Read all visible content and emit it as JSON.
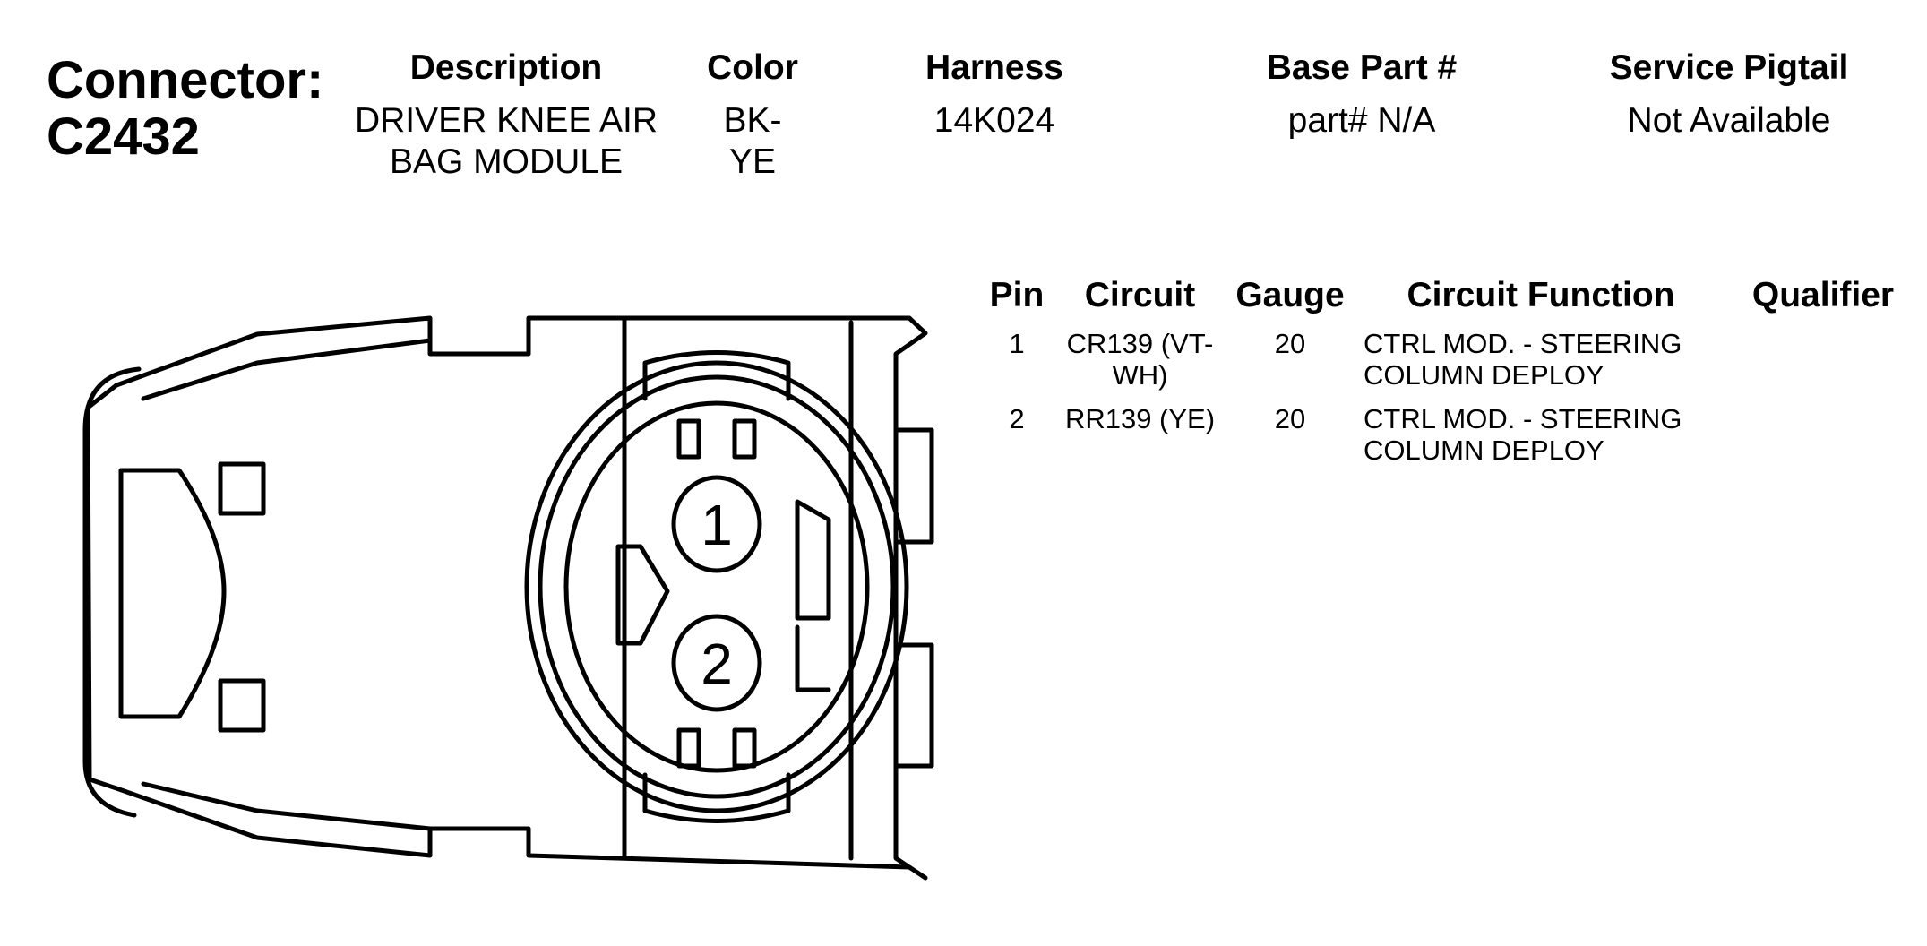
{
  "connector": {
    "label": "Connector:",
    "id": "C2432"
  },
  "header": {
    "columns": [
      {
        "head": "Description",
        "value": "DRIVER KNEE AIR BAG MODULE"
      },
      {
        "head": "Color",
        "value": "BK-YE"
      },
      {
        "head": "Harness",
        "value": "14K024"
      },
      {
        "head": "Base Part #",
        "value": "part# N/A"
      },
      {
        "head": "Service Pigtail",
        "value": "Not Available"
      }
    ]
  },
  "pin_table": {
    "headers": {
      "pin": "Pin",
      "circuit": "Circuit",
      "gauge": "Gauge",
      "function": "Circuit Function",
      "qualifier": "Qualifier"
    },
    "rows": [
      {
        "pin": "1",
        "circuit": "CR139 (VT-WH)",
        "gauge": "20",
        "function": "CTRL MOD. - STEERING COLUMN DEPLOY",
        "qualifier": ""
      },
      {
        "pin": "2",
        "circuit": "RR139 (YE)",
        "gauge": "20",
        "function": "CTRL MOD. - STEERING COLUMN DEPLOY",
        "qualifier": ""
      }
    ]
  },
  "diagram": {
    "pin_labels": [
      "1",
      "2"
    ]
  }
}
